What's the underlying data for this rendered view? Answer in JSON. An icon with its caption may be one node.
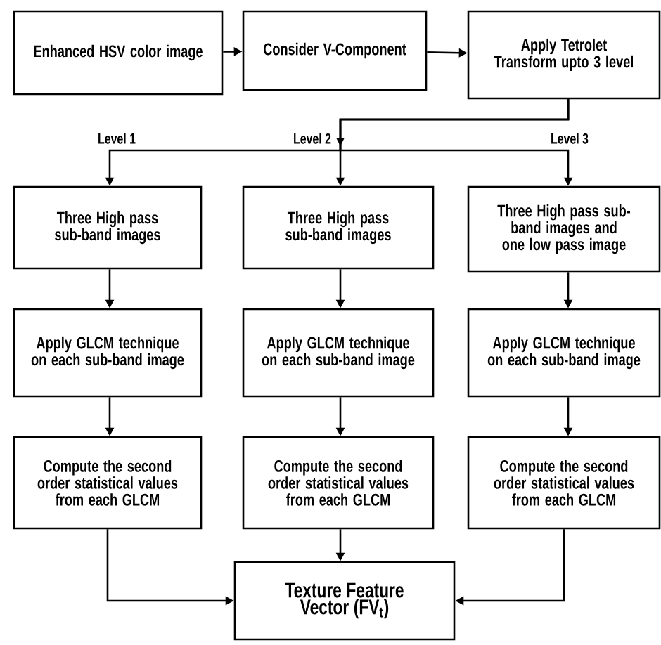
{
  "diagram": {
    "nodes": [
      {
        "text": [
          "Enhanced HSV color image"
        ]
      },
      {
        "text": [
          "Consider V-Component"
        ]
      },
      {
        "text": [
          "Apply Tetrolet Transform upto 3 level"
        ]
      },
      {
        "text": [
          "Three High pass sub-band images"
        ]
      },
      {
        "text": [
          "Three High pass sub-band images"
        ]
      },
      {
        "text": [
          "Three High pass sub-band images and one low pass image"
        ]
      },
      {
        "text": [
          "Apply GLCM technique on each sub-band image"
        ]
      },
      {
        "text": [
          "Apply GLCM technique on each sub-band image"
        ]
      },
      {
        "text": [
          "Apply GLCM technique on each sub-band image"
        ]
      },
      {
        "text": [
          "Compute the second order statistical values from each GLCM"
        ]
      },
      {
        "text": [
          "Compute the second order statistical values from each GLCM"
        ]
      },
      {
        "text": [
          "Compute the second order statistical values from each GLCM"
        ]
      },
      {
        "text": [
          "Texture Feature Vector (FV$_{t}$)"
        ]
      }
    ],
    "edges": [
      {
        "from": 0,
        "to": 1,
        "arrow": "to"
      },
      {
        "from": 1,
        "to": 2,
        "arrow": "to"
      },
      {
        "from": 2,
        "to": 3,
        "arrow": "to",
        "label": "Level 1"
      },
      {
        "from": 2,
        "to": 4,
        "arrow": "to",
        "label": "Level 2"
      },
      {
        "from": 2,
        "to": 5,
        "arrow": "to",
        "label": "Level 3"
      },
      {
        "from": 3,
        "to": 6,
        "arrow": "to"
      },
      {
        "from": 4,
        "to": 7,
        "arrow": "to"
      },
      {
        "from": 5,
        "to": 8,
        "arrow": "to"
      },
      {
        "from": 6,
        "to": 9,
        "arrow": "to"
      },
      {
        "from": 7,
        "to": 10,
        "arrow": "to"
      },
      {
        "from": 8,
        "to": 11,
        "arrow": "to"
      },
      {
        "from": 9,
        "to": 12,
        "arrow": "to"
      },
      {
        "from": 10,
        "to": 12,
        "arrow": "to"
      },
      {
        "from": 11,
        "to": 12,
        "arrow": "to"
      }
    ]
  }
}
